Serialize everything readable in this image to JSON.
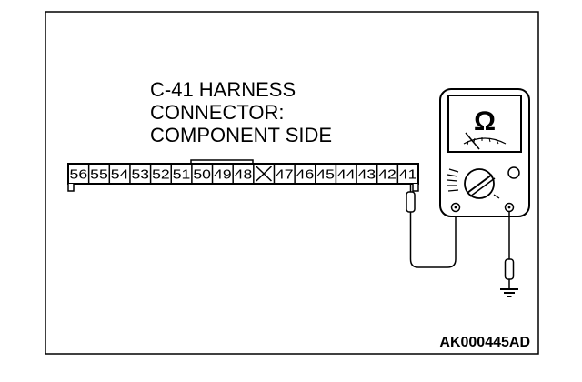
{
  "title_lines": [
    "C-41 HARNESS",
    "CONNECTOR:",
    "COMPONENT SIDE"
  ],
  "connector_pins": [
    "56",
    "55",
    "54",
    "53",
    "52",
    "51",
    "50",
    "49",
    "48",
    "X",
    "47",
    "46",
    "45",
    "44",
    "43",
    "42",
    "41"
  ],
  "meter_symbol": "Ω",
  "figure_code": "AK000445AD",
  "colors": {
    "line": "#000000",
    "background": "#ffffff"
  },
  "icons": {
    "ground": "ground-icon",
    "ohmmeter": "ohmmeter-icon",
    "probe": "probe-icon"
  }
}
